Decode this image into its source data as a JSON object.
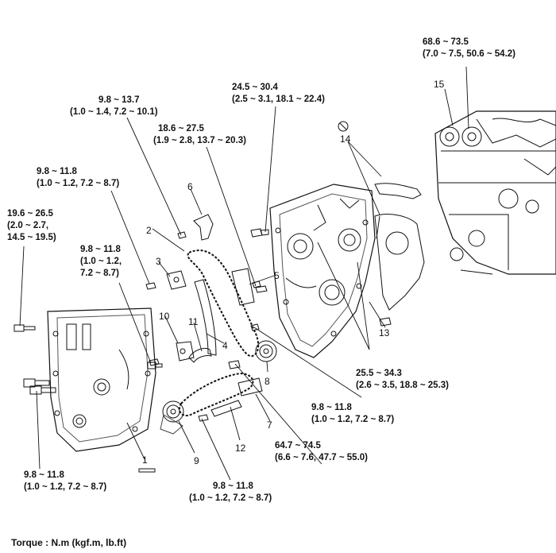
{
  "torque_labels": [
    {
      "id": "t1",
      "line1": "9.8 ~ 13.7",
      "line2": "(1.0 ~ 1.4, 7.2 ~ 10.1)"
    },
    {
      "id": "t2",
      "line1": "24.5 ~ 30.4",
      "line2": "(2.5 ~ 3.1, 18.1 ~ 22.4)"
    },
    {
      "id": "t3",
      "line1": "68.6 ~ 73.5",
      "line2": "(7.0 ~ 7.5, 50.6 ~ 54.2)"
    },
    {
      "id": "t4",
      "line1": "18.6 ~ 27.5",
      "line2": "(1.9 ~ 2.8, 13.7 ~ 20.3)"
    },
    {
      "id": "t5",
      "line1": "9.8 ~ 11.8",
      "line2": "(1.0 ~ 1.2, 7.2 ~ 8.7)"
    },
    {
      "id": "t6",
      "line1": "19.6 ~ 26.5",
      "line2": "(2.0 ~ 2.7,",
      "line3": "14.5 ~ 19.5)"
    },
    {
      "id": "t7",
      "line1": "9.8 ~ 11.8",
      "line2": "(1.0 ~ 1.2,",
      "line3": "7.2 ~ 8.7)"
    },
    {
      "id": "t8",
      "line1": "25.5 ~ 34.3",
      "line2": "(2.6 ~ 3.5, 18.8 ~ 25.3)"
    },
    {
      "id": "t9",
      "line1": "9.8 ~ 11.8",
      "line2": "(1.0 ~ 1.2, 7.2 ~ 8.7)"
    },
    {
      "id": "t10",
      "line1": "64.7 ~ 74.5",
      "line2": "(6.6 ~ 7.6, 47.7 ~ 55.0)"
    },
    {
      "id": "t11",
      "line1": "9.8 ~ 11.8",
      "line2": "(1.0 ~ 1.2, 7.2 ~ 8.7)"
    },
    {
      "id": "t12",
      "line1": "9.8 ~ 11.8",
      "line2": "(1.0 ~ 1.2, 7.2 ~ 8.7)"
    }
  ],
  "callouts": [
    "1",
    "2",
    "3",
    "4",
    "5",
    "6",
    "7",
    "8",
    "9",
    "10",
    "11",
    "12",
    "13",
    "14",
    "15"
  ],
  "footer": "Torque : N.m (kgf.m, lb.ft)"
}
